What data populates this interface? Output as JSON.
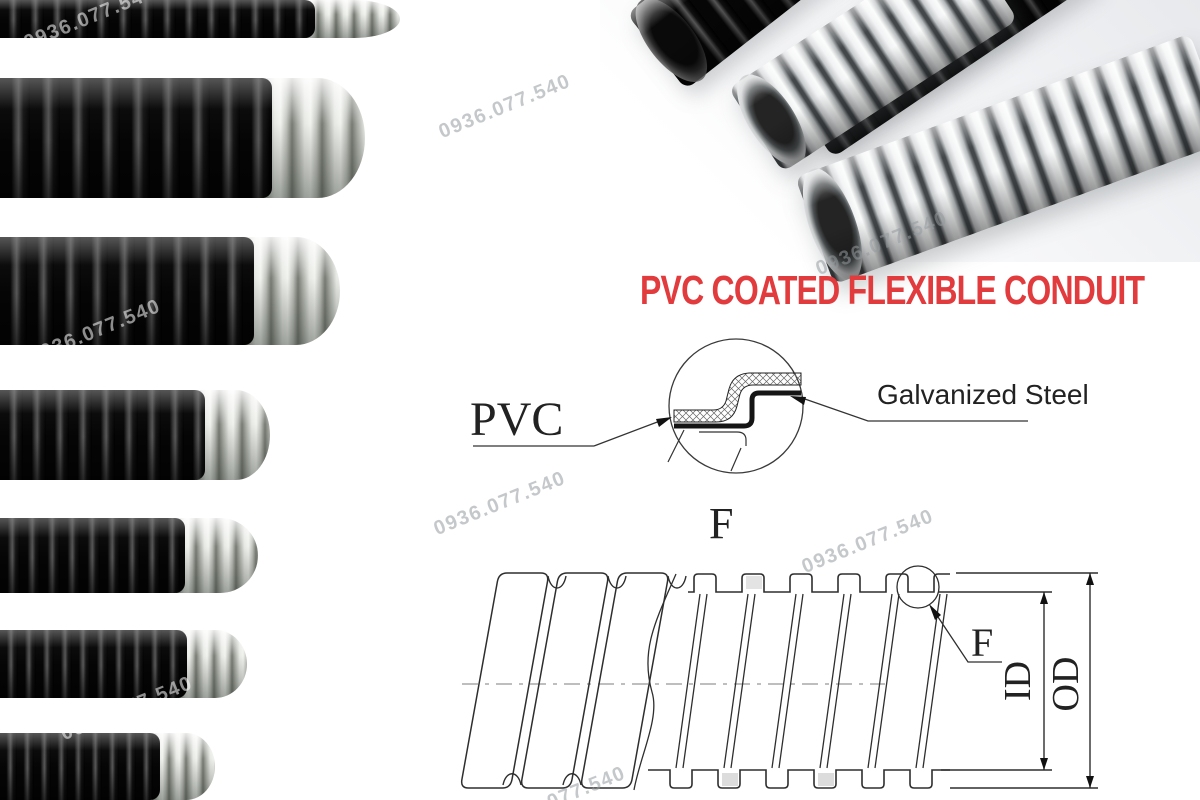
{
  "title": {
    "text": "PVC COATED FLEXIBLE CONDUIT",
    "color": "#e23b3d"
  },
  "watermark": {
    "text": "0936.077.540"
  },
  "detail_diagram": {
    "pvc_label": "PVC",
    "steel_label": "Galvanized Steel",
    "detail_label": "F"
  },
  "section_drawing": {
    "detail_label": "F",
    "inner_diameter_label": "ID",
    "outer_diameter_label": "OD"
  },
  "colors": {
    "title_red": "#e23b3d",
    "watermark_gray": "#9ea1a4",
    "line_art": "#2e2e2e"
  }
}
